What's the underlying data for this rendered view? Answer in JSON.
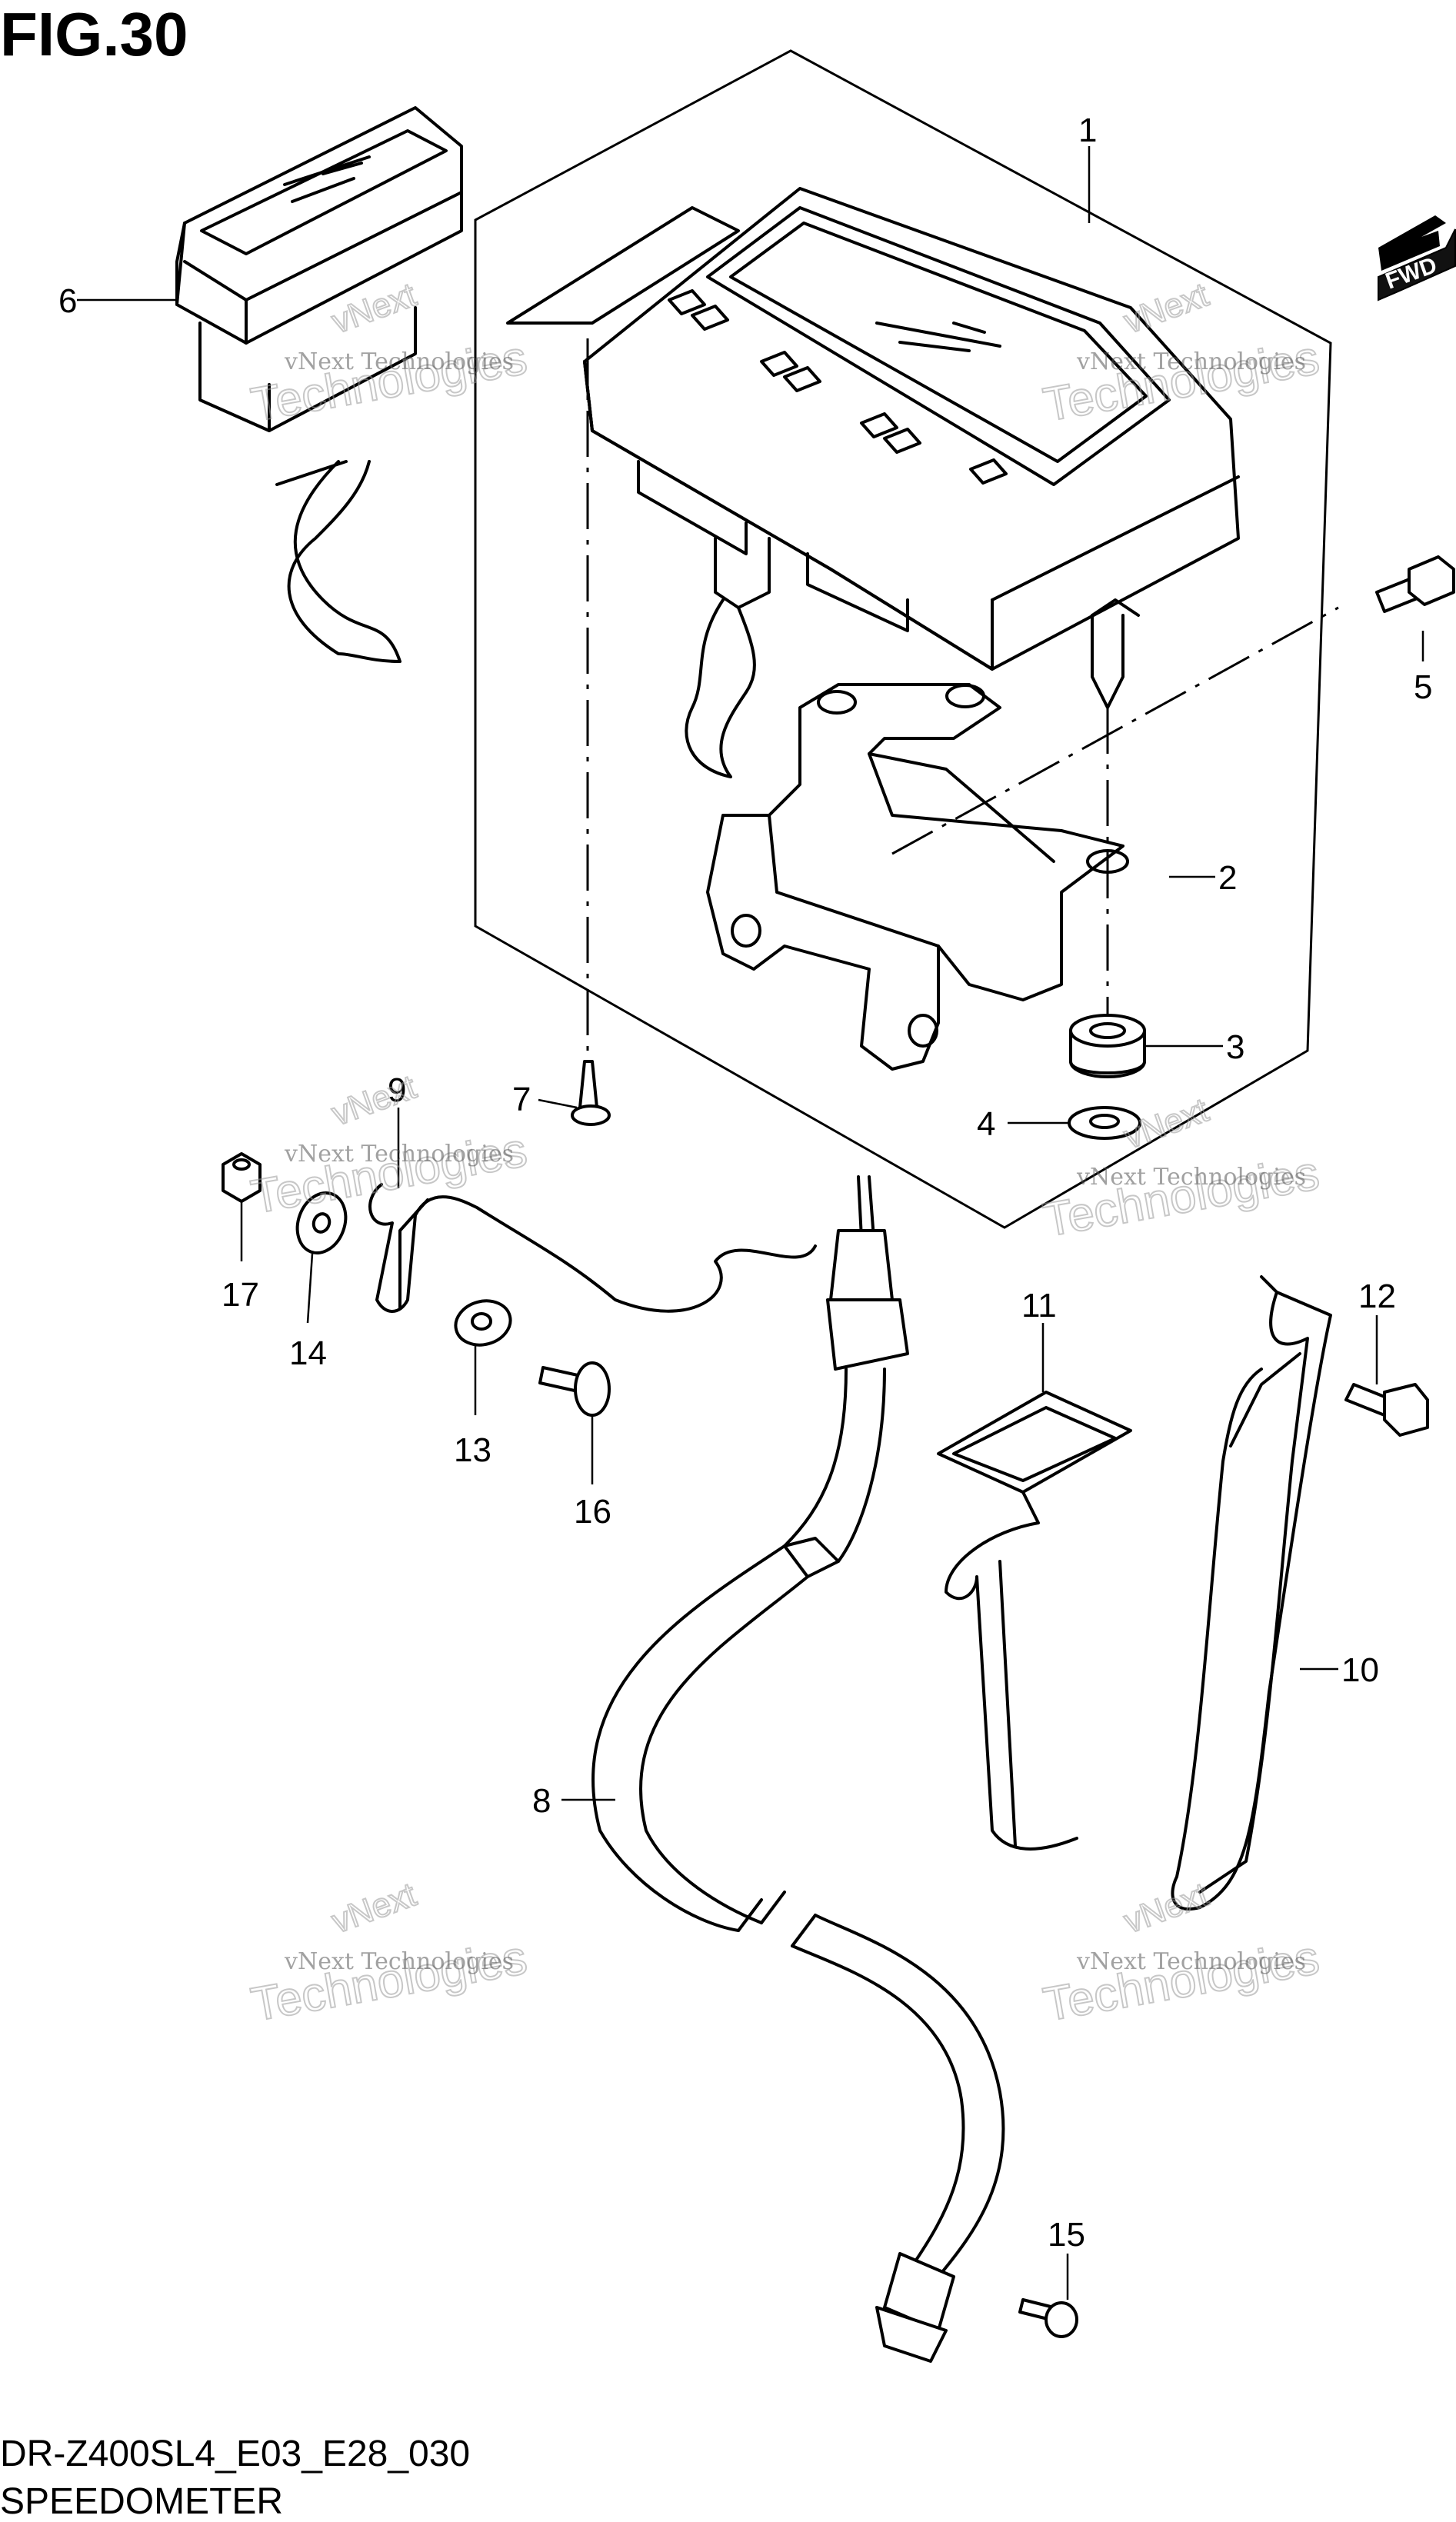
{
  "figure": {
    "title": "FIG.30",
    "model_code": "DR-Z400SL4_E03_E28_030",
    "caption": "SPEEDOMETER"
  },
  "direction_badge": "FWD",
  "callouts": {
    "c1": "1",
    "c2": "2",
    "c3": "3",
    "c4": "4",
    "c5": "5",
    "c6": "6",
    "c7": "7",
    "c8": "8",
    "c9": "9",
    "c10": "10",
    "c11": "11",
    "c12": "12",
    "c13": "13",
    "c14": "14",
    "c15": "15",
    "c16": "16",
    "c17": "17"
  },
  "watermark": {
    "small": "vNext Technologies",
    "large": "Technologies",
    "tag": "vNext"
  },
  "colors": {
    "ink": "#000000",
    "paper": "#ffffff",
    "watermark": "#9a9a9a"
  }
}
